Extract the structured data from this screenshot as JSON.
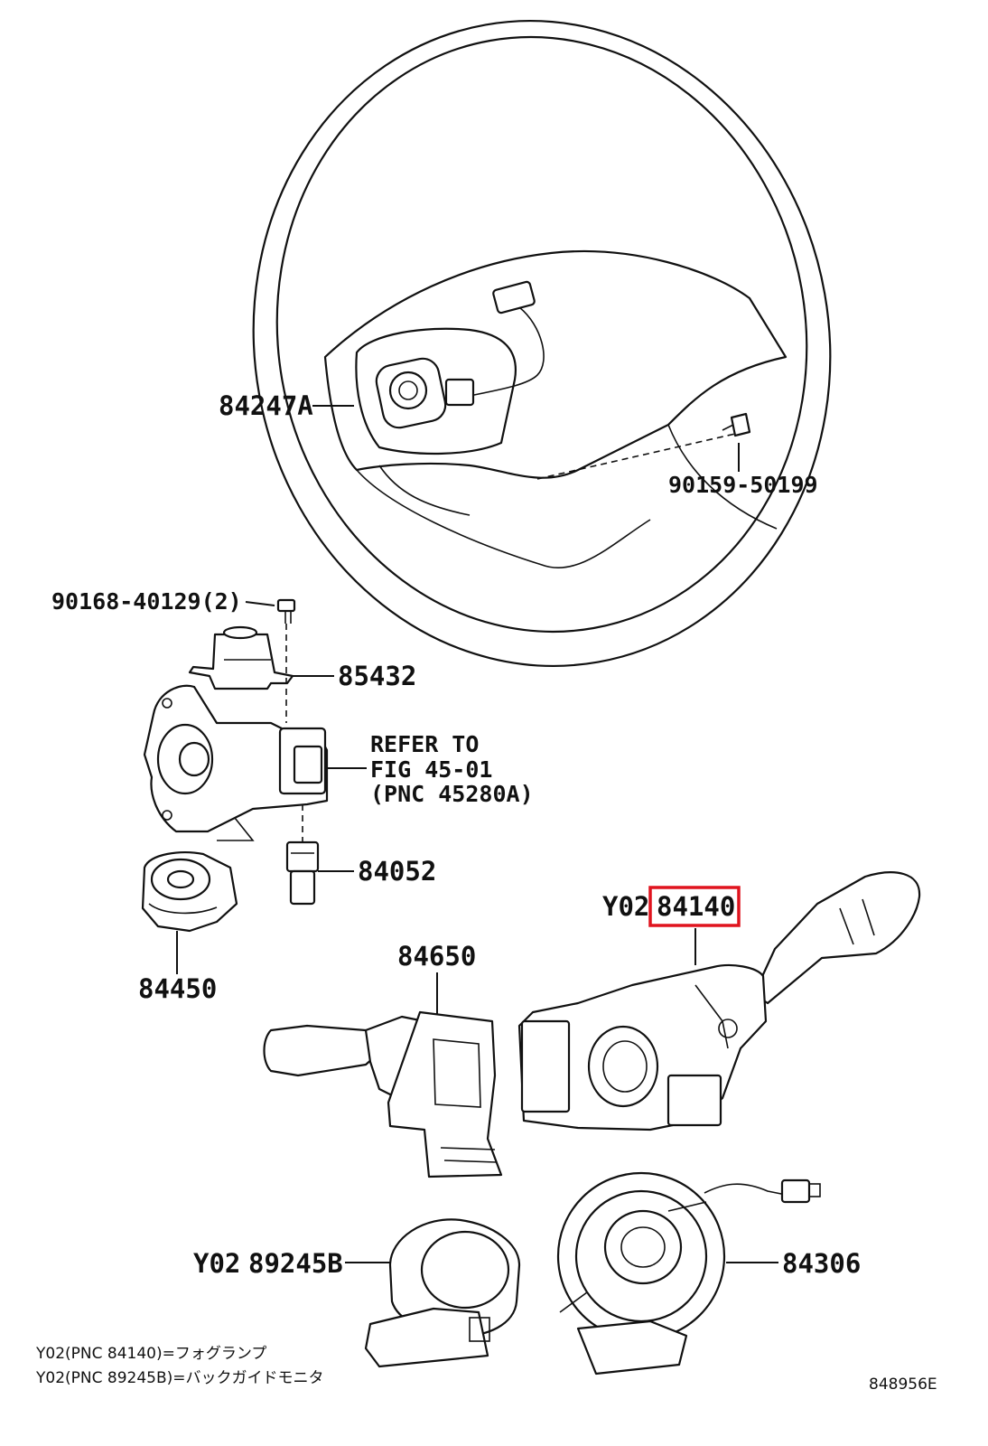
{
  "labels": {
    "wheel_pad": "84247A",
    "bolt_wheel": "90159-50199",
    "screw": "90168-40129(2)",
    "bracket": "85432",
    "refer_line1": "REFER TO",
    "refer_line2": "FIG 45-01",
    "refer_line3": "(PNC 45280A)",
    "switch_small": "84052",
    "ignition": "84450",
    "wiper_switch": "84650",
    "combo_prefix": "Y02",
    "combo_switch": "84140",
    "sensor_prefix": "Y02",
    "sensor": "89245B",
    "spiral_cable": "84306"
  },
  "notes": {
    "line1": "Y02(PNC 84140)=フォグランプ",
    "line2": "Y02(PNC 89245B)=バックガイドモニタ"
  },
  "figure_code": "848956E",
  "colors": {
    "highlight": "#e0141e",
    "ink": "#111111",
    "background": "#ffffff"
  }
}
